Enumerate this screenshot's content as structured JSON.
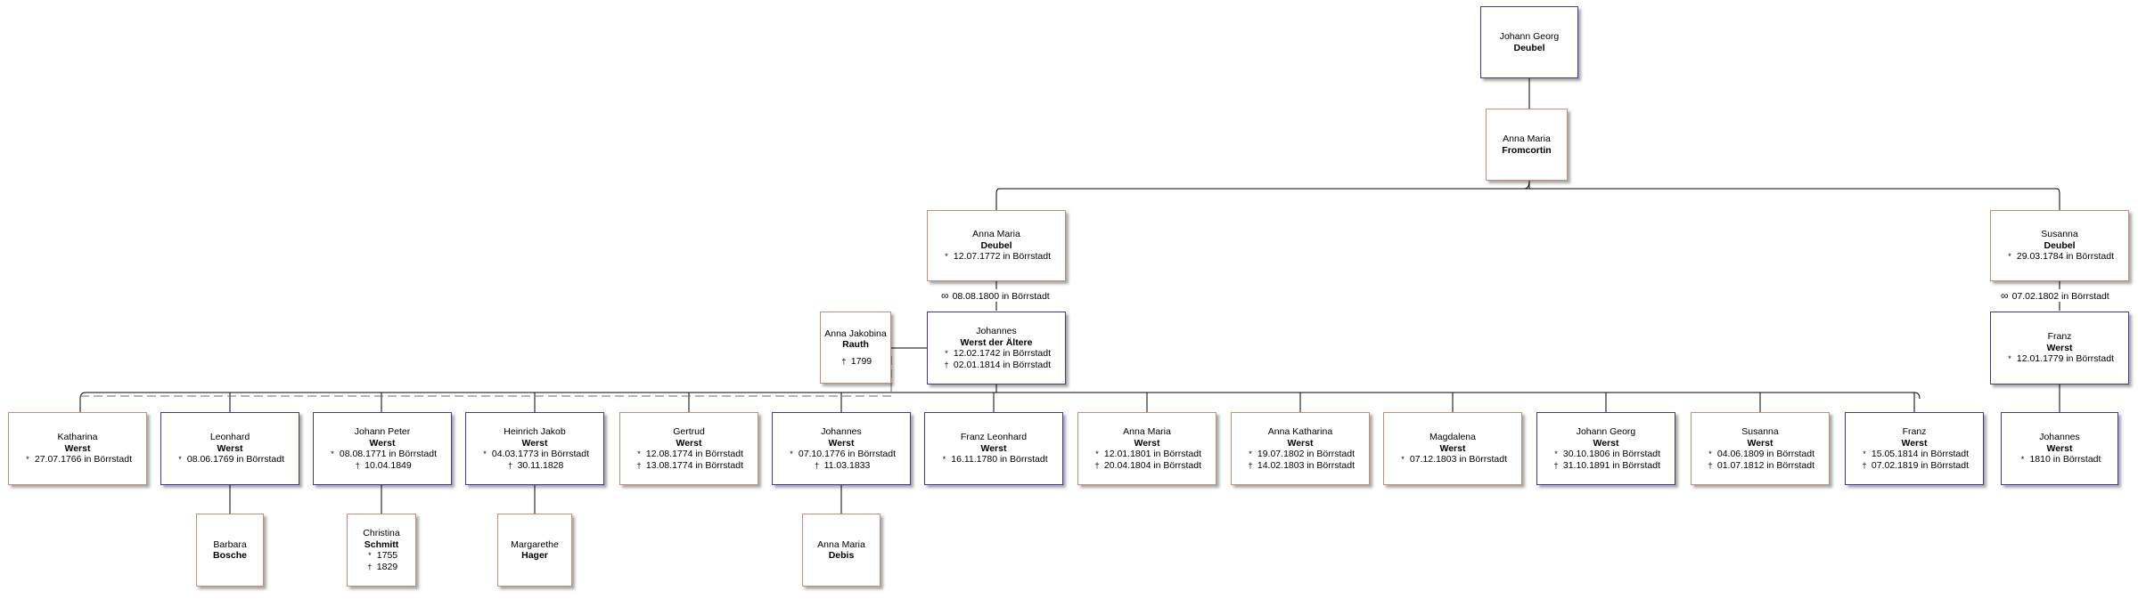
{
  "colors": {
    "male_border": "#3a3a9e",
    "female_border": "#c0907a",
    "line": "#000000",
    "dashed_line": "#6b6b6b"
  },
  "symbols": {
    "born": "*",
    "died": "†",
    "married": "∞"
  },
  "people": {
    "johann_georg_top": {
      "given": "Johann Georg",
      "surname": "Deubel"
    },
    "anna_maria_fromcortin": {
      "given": "Anna Maria",
      "surname": "Fromcortin"
    },
    "anna_maria_deubel": {
      "given": "Anna Maria",
      "surname": "Deubel",
      "born": "12.07.1772 in Börrstadt"
    },
    "susanna_deubel": {
      "given": "Susanna",
      "surname": "Deubel",
      "born": "29.03.1784 in Börrstadt"
    },
    "anna_jakobina": {
      "given": "Anna Jakobina",
      "surname": "Rauth",
      "died": "1799"
    },
    "johannes_aeltere": {
      "given": "Johannes",
      "surname": "Werst der Ältere",
      "born": "12.02.1742 in Börrstadt",
      "died": "02.01.1814 in Börrstadt"
    },
    "franz_spouse": {
      "given": "Franz",
      "surname": "Werst",
      "born": "12.01.1779 in Börrstadt"
    },
    "katharina": {
      "given": "Katharina",
      "surname": "Werst",
      "born": "27.07.1766 in Börrstadt"
    },
    "leonhard": {
      "given": "Leonhard",
      "surname": "Werst",
      "born": "08.06.1769 in Börrstadt"
    },
    "johann_peter": {
      "given": "Johann Peter",
      "surname": "Werst",
      "born": "08.08.1771 in Börrstadt",
      "died": "10.04.1849"
    },
    "heinrich_jakob": {
      "given": "Heinrich Jakob",
      "surname": "Werst",
      "born": "04.03.1773 in Börrstadt",
      "died": "30.11.1828"
    },
    "gertrud": {
      "given": "Gertrud",
      "surname": "Werst",
      "born": "12.08.1774 in Börrstadt",
      "died": "13.08.1774 in Börrstadt"
    },
    "johannes_child": {
      "given": "Johannes",
      "surname": "Werst",
      "born": "07.10.1776 in Börrstadt",
      "died": "11.03.1833"
    },
    "franz_leonhard": {
      "given": "Franz Leonhard",
      "surname": "Werst",
      "born": "16.11.1780 in Börrstadt"
    },
    "anna_maria_werst": {
      "given": "Anna Maria",
      "surname": "Werst",
      "born": "12.01.1801 in Börrstadt",
      "died": "20.04.1804 in Börrstadt"
    },
    "anna_katharina": {
      "given": "Anna Katharina",
      "surname": "Werst",
      "born": "19.07.1802 in Börrstadt",
      "died": "14.02.1803 in Börrstadt"
    },
    "magdalena": {
      "given": "Magdalena",
      "surname": "Werst",
      "born": "07.12.1803 in Börrstadt"
    },
    "johann_georg_werst": {
      "given": "Johann Georg",
      "surname": "Werst",
      "born": "30.10.1806 in Börrstadt",
      "died": "31.10.1891 in Börrstadt"
    },
    "susanna_werst": {
      "given": "Susanna",
      "surname": "Werst",
      "born": "04.06.1809 in Börrstadt",
      "died": "01.07.1812 in Börrstadt"
    },
    "franz_werst": {
      "given": "Franz",
      "surname": "Werst",
      "born": "15.05.1814 in Börrstadt",
      "died": "07.02.1819 in Börrstadt"
    },
    "johannes_1810": {
      "given": "Johannes",
      "surname": "Werst",
      "born": "1810 in Börrstadt"
    },
    "barbara": {
      "given": "Barbara",
      "surname": "Bosche"
    },
    "christina": {
      "given": "Christina",
      "surname": "Schmitt",
      "born": "1755",
      "died": "1829"
    },
    "margarethe": {
      "given": "Margarethe",
      "surname": "Hager"
    },
    "anna_maria_debis": {
      "given": "Anna Maria",
      "surname": "Debis"
    }
  },
  "marriages": {
    "left": "08.08.1800 in Börrstadt",
    "right": "07.02.1802 in Börrstadt"
  }
}
